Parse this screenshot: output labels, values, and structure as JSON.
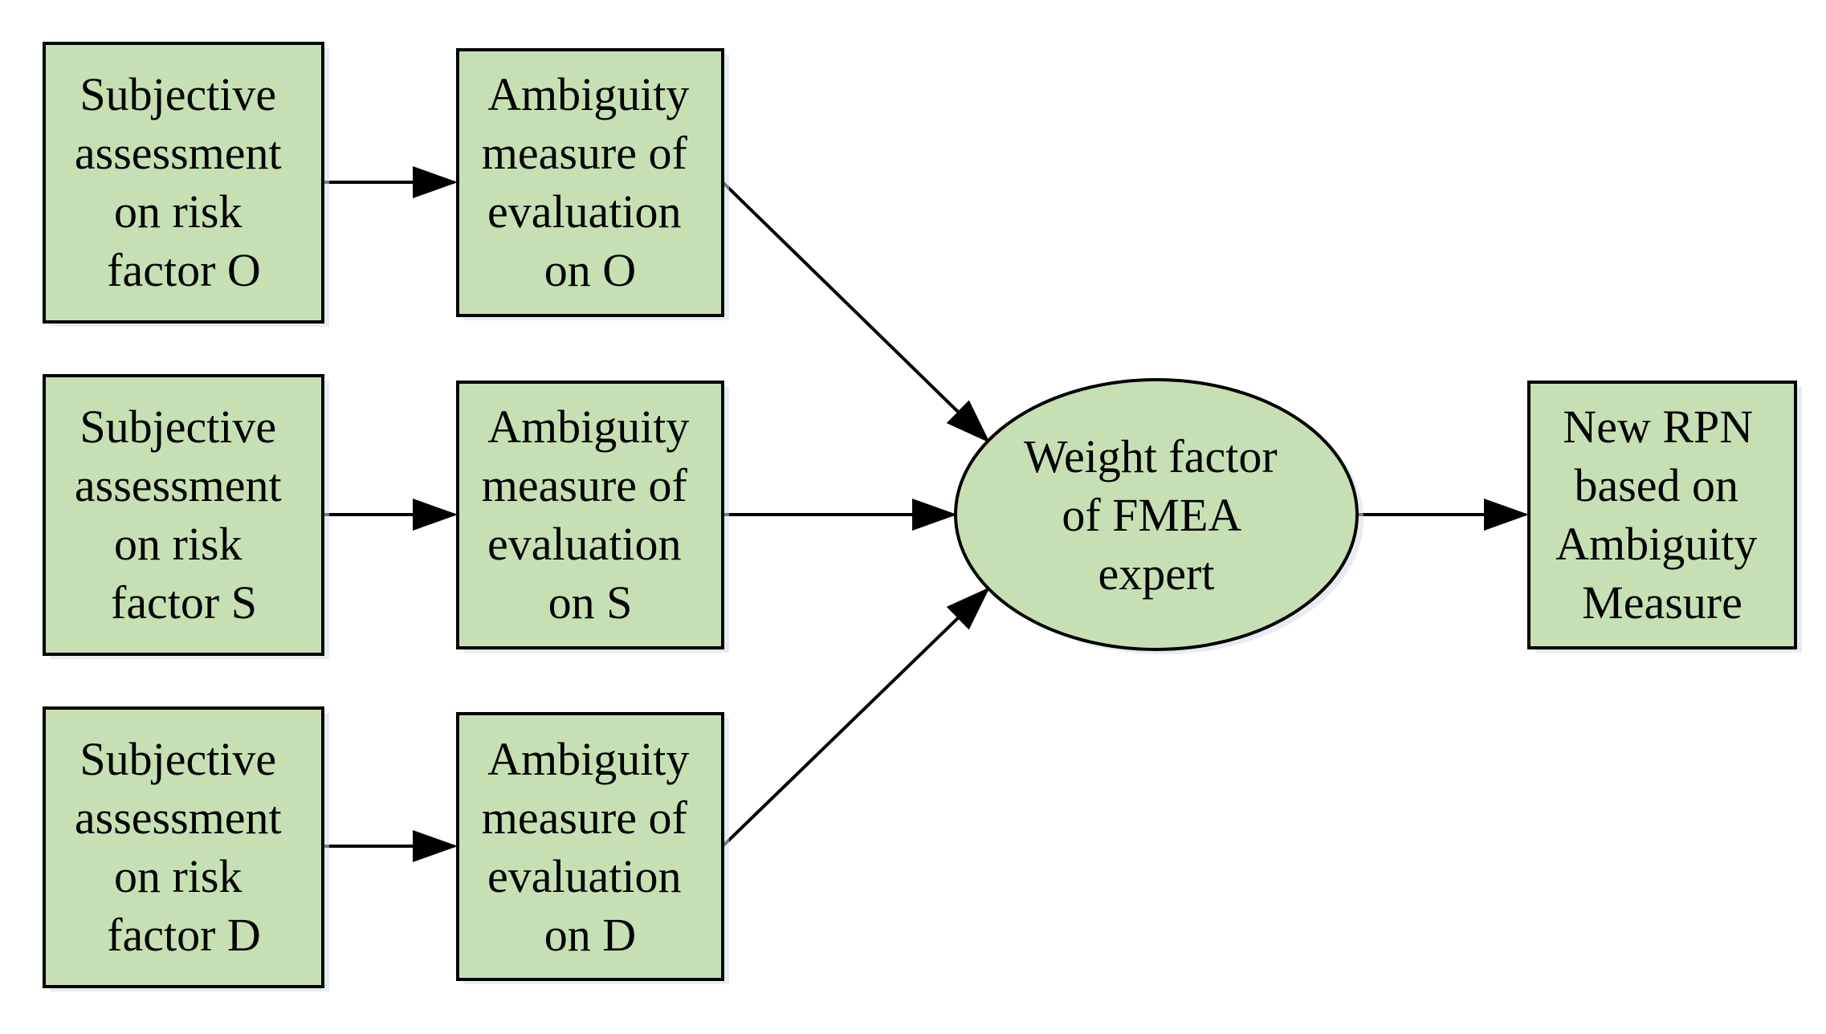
{
  "colors": {
    "node_fill": "#c6e0b4",
    "stroke": "#000000",
    "background": "#ffffff"
  },
  "nodes": {
    "subjective_o": {
      "lines": [
        "Subjective",
        "assessment",
        "on risk",
        "factor O"
      ]
    },
    "ambiguity_o": {
      "lines": [
        "Ambiguity",
        "measure of",
        "evaluation",
        "on O"
      ]
    },
    "subjective_s": {
      "lines": [
        "Subjective",
        "assessment",
        "on risk",
        "factor S"
      ]
    },
    "ambiguity_s": {
      "lines": [
        "Ambiguity",
        "measure of",
        "evaluation",
        "on S"
      ]
    },
    "subjective_d": {
      "lines": [
        "Subjective",
        "assessment",
        "on risk",
        "factor D"
      ]
    },
    "ambiguity_d": {
      "lines": [
        "Ambiguity",
        "measure of",
        "evaluation",
        "on D"
      ]
    },
    "weight_factor": {
      "lines": [
        "Weight factor",
        "of FMEA",
        "expert"
      ]
    },
    "new_rpn": {
      "lines": [
        "New RPN",
        "based on",
        "Ambiguity",
        "Measure"
      ]
    }
  },
  "edges": [
    {
      "from": "subjective_o",
      "to": "ambiguity_o"
    },
    {
      "from": "subjective_s",
      "to": "ambiguity_s"
    },
    {
      "from": "subjective_d",
      "to": "ambiguity_d"
    },
    {
      "from": "ambiguity_o",
      "to": "weight_factor"
    },
    {
      "from": "ambiguity_s",
      "to": "weight_factor"
    },
    {
      "from": "ambiguity_d",
      "to": "weight_factor"
    },
    {
      "from": "weight_factor",
      "to": "new_rpn"
    }
  ]
}
